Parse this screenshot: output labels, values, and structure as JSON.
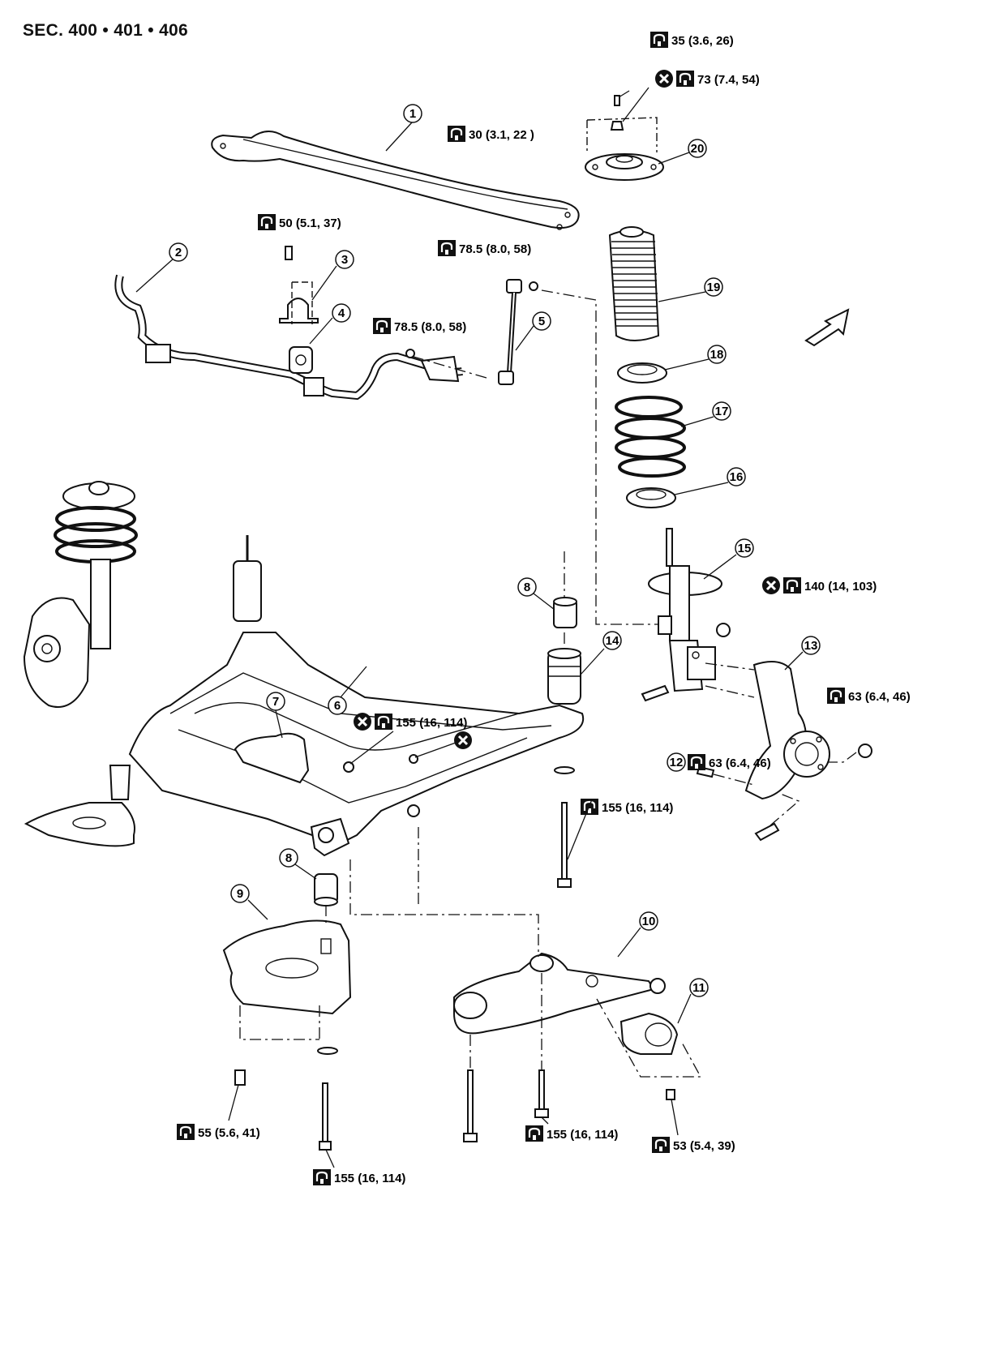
{
  "header": {
    "section_title": "SEC. 400 • 401 • 406"
  },
  "callouts": {
    "c1": "1",
    "c2": "2",
    "c3": "3",
    "c4": "4",
    "c5": "5",
    "c6": "6",
    "c7": "7",
    "c8a": "8",
    "c8b": "8",
    "c9": "9",
    "c10": "10",
    "c11": "11",
    "c12": "12",
    "c13": "13",
    "c14": "14",
    "c15": "15",
    "c16": "16",
    "c17": "17",
    "c18": "18",
    "c19": "19",
    "c20": "20"
  },
  "torque_specs": {
    "t35": "35 (3.6, 26)",
    "t73": "73 (7.4, 54)",
    "t30": "30 (3.1, 22 )",
    "t50": "50 (5.1, 37)",
    "t785a": "78.5 (8.0, 58)",
    "t785b": "78.5 (8.0, 58)",
    "t140": "140 (14, 103)",
    "t63a": "63 (6.4, 46)",
    "t63b": "63 (6.4, 46)",
    "t155a": "155 (16, 114)",
    "t155b": "155 (16, 114)",
    "t155c": "155 (16, 114)",
    "t155d": "155 (16, 114)",
    "t55": "55 (5.6, 41)",
    "t53": "53 (5.4, 39)"
  },
  "icons": {
    "torque": "torque-wrench-icon",
    "non_reusable": "non-reusable-x-icon",
    "front_arrow": "front-direction-arrow-icon"
  },
  "colors": {
    "ink": "#111111",
    "paper": "#ffffff"
  }
}
